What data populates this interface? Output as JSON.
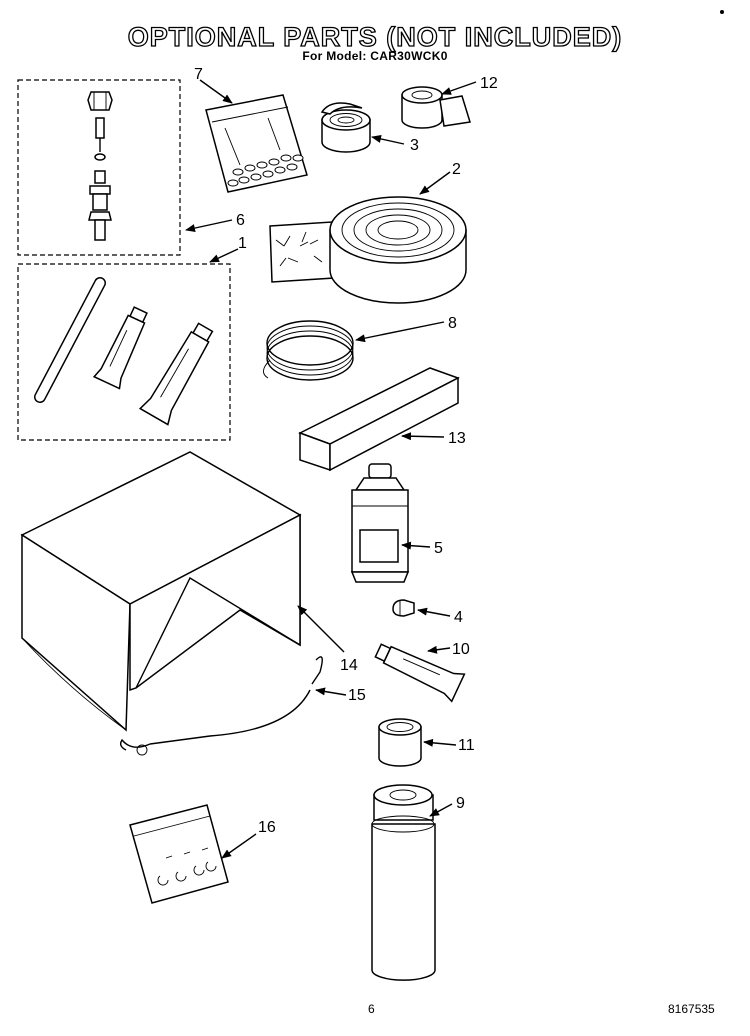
{
  "page": {
    "title": "OPTIONAL PARTS (NOT INCLUDED)",
    "subtitle": "For Model: CAR30WCK0",
    "page_number": "6",
    "document_number": "8167535"
  },
  "callouts": {
    "c1": "1",
    "c2": "2",
    "c3": "3",
    "c4": "4",
    "c5": "5",
    "c6": "6",
    "c7": "7",
    "c8": "8",
    "c9": "9",
    "c10": "10",
    "c11": "11",
    "c12": "12",
    "c13": "13",
    "c14": "14",
    "c15": "15",
    "c16": "16"
  }
}
